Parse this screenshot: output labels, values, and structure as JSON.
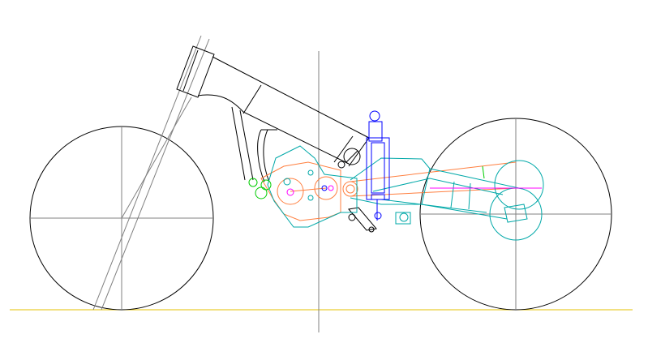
{
  "drawing": {
    "view": "side elevation",
    "colors": {
      "background": "#ffffff",
      "outline": "#000000",
      "centerline": "#808080",
      "swingarm": "#00a8a8",
      "engine_cases": "#ff7f3f",
      "shock_absorber": "#0000ff",
      "linkage": "#00cc00",
      "ground_line": "#e6c200",
      "marker": "#ff00ff"
    },
    "components": [
      "front-wheel",
      "rear-wheel",
      "front-fork",
      "steering-head",
      "main-frame",
      "engine-cases",
      "swingarm",
      "rear-shock",
      "rear-sprocket",
      "ground-line"
    ]
  }
}
